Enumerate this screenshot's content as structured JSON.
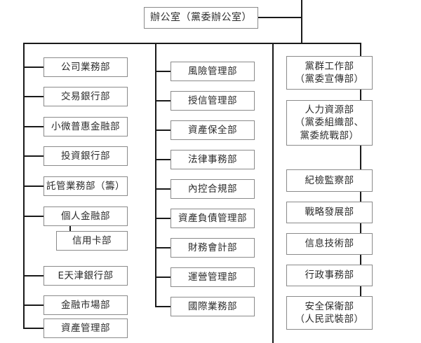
{
  "chart_data": {
    "type": "diagram",
    "title": "",
    "diagram_kind": "organization-chart",
    "root": {
      "label": "辦公室（黨委辦公室）"
    },
    "columns": [
      {
        "name": "business-column",
        "nodes": [
          {
            "label": "公司業務部",
            "level": 1
          },
          {
            "label": "交易銀行部",
            "level": 1
          },
          {
            "label": "小微普惠金融部",
            "level": 1
          },
          {
            "label": "投資銀行部",
            "level": 1
          },
          {
            "label": "託管業務部（籌）",
            "level": 1
          },
          {
            "label": "個人金融部",
            "level": 1
          },
          {
            "label": "信用卡部",
            "level": 2
          },
          {
            "label": "E天津銀行部",
            "level": 1
          },
          {
            "label": "金融市場部",
            "level": 1
          },
          {
            "label": "資產管理部",
            "level": 1
          }
        ]
      },
      {
        "name": "risk-finance-column",
        "nodes": [
          {
            "label": "風險管理部",
            "level": 1
          },
          {
            "label": "授信管理部",
            "level": 1
          },
          {
            "label": "資產保全部",
            "level": 1
          },
          {
            "label": "法律事務部",
            "level": 1
          },
          {
            "label": "內控合規部",
            "level": 1
          },
          {
            "label": "資產負債管理部",
            "level": 1
          },
          {
            "label": "財務會計部",
            "level": 1
          },
          {
            "label": "運營管理部",
            "level": 1
          },
          {
            "label": "國際業務部",
            "level": 1
          }
        ]
      },
      {
        "name": "party-support-column",
        "nodes": [
          {
            "label": "黨群工作部\n（黨委宣傳部）",
            "level": 1
          },
          {
            "label": "人力資源部\n（黨委組織部、\n黨委統戰部）",
            "level": 1
          },
          {
            "label": "紀檢監察部",
            "level": 1
          },
          {
            "label": "戰略發展部",
            "level": 1
          },
          {
            "label": "信息技術部",
            "level": 1
          },
          {
            "label": "行政事務部",
            "level": 1
          },
          {
            "label": "安全保衛部\n（人民武裝部）",
            "level": 1
          }
        ]
      }
    ],
    "colors": {
      "box_border": "#8a8a8a",
      "connector": "#1a1a1a",
      "text": "#2b2b2b",
      "background": "#ffffff"
    }
  }
}
